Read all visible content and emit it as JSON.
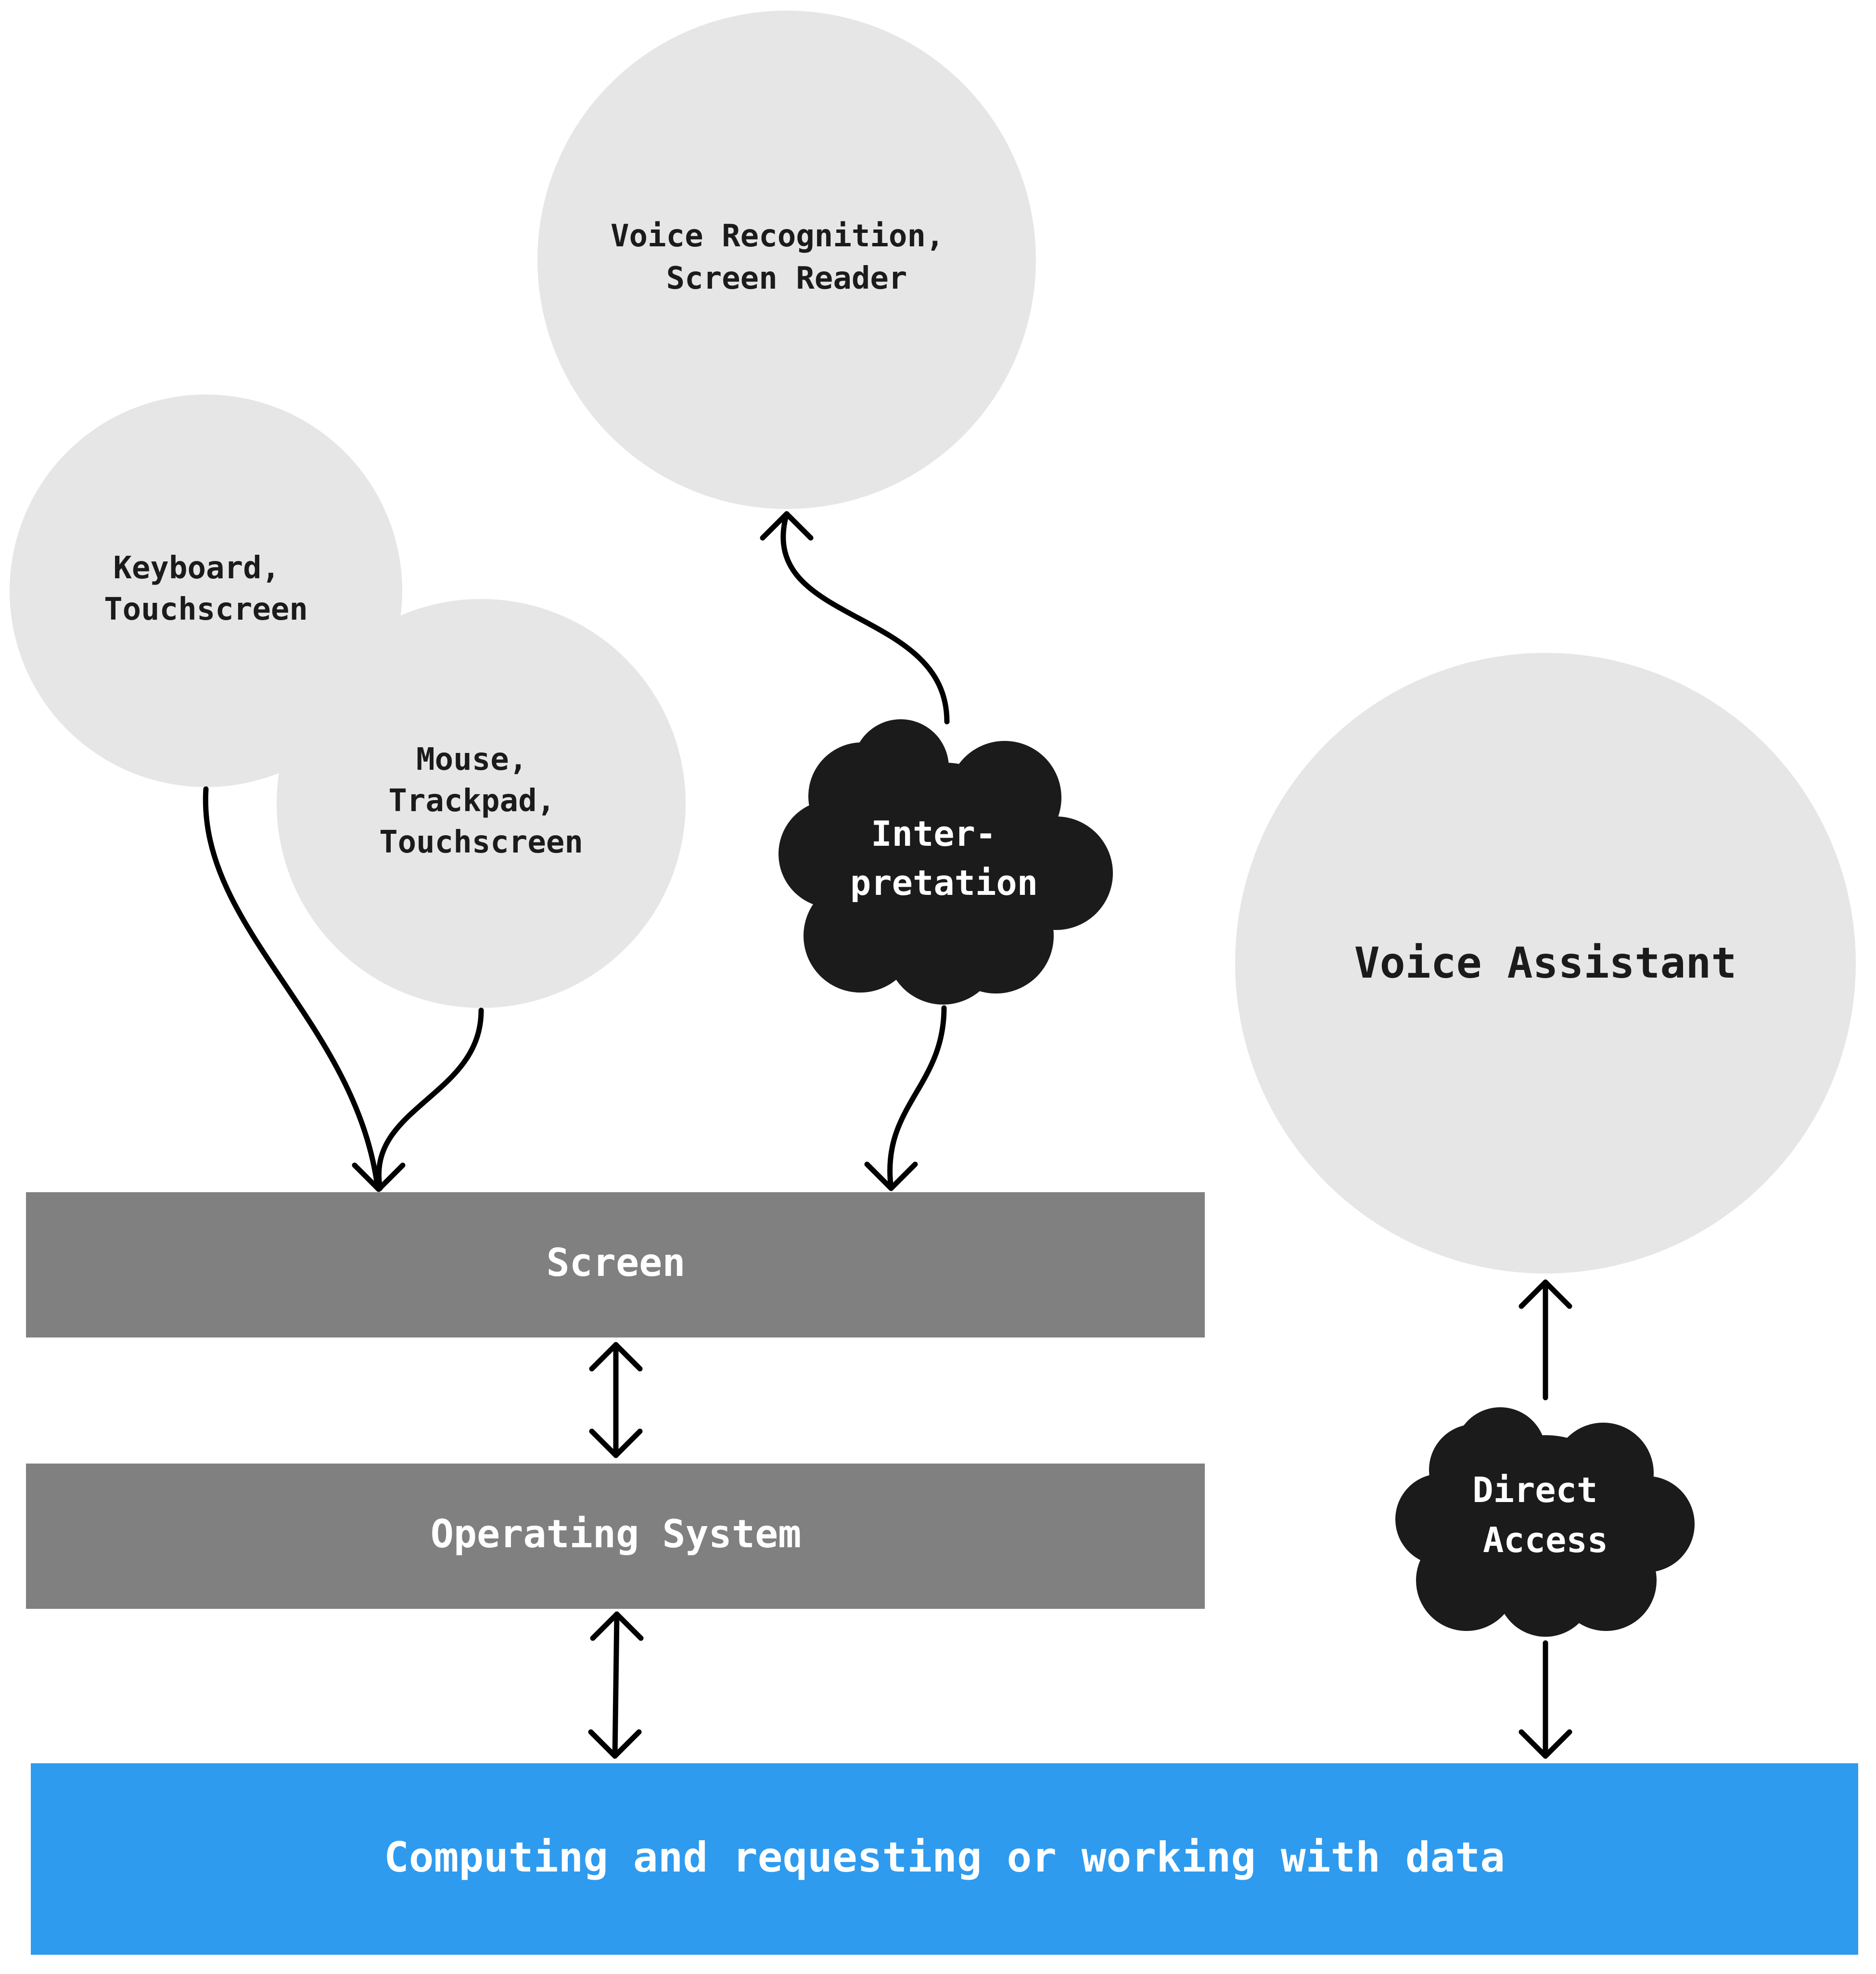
{
  "colors": {
    "circle": "#e6e6e6",
    "cloud": "#1b1b1b",
    "bar": "#808080",
    "data_bar": "#2e9bef",
    "arrow": "#000000"
  },
  "nodes": {
    "voice_recognition": {
      "line1": "Voice Recognition,",
      "line2": "Screen Reader"
    },
    "keyboard": {
      "line1": "Keyboard,",
      "line2": "Touchscreen"
    },
    "mouse": {
      "line1": "Mouse,",
      "line2": "Trackpad,",
      "line3": "Touchscreen"
    },
    "voice_assistant": {
      "label": "Voice Assistant"
    },
    "interpretation": {
      "line1": "Inter-",
      "line2": "pretation"
    },
    "direct_access": {
      "line1": "Direct",
      "line2": "Access"
    },
    "screen": {
      "label": "Screen"
    },
    "operating_system": {
      "label": "Operating System"
    },
    "data": {
      "label": "Computing and requesting or working with data"
    }
  }
}
